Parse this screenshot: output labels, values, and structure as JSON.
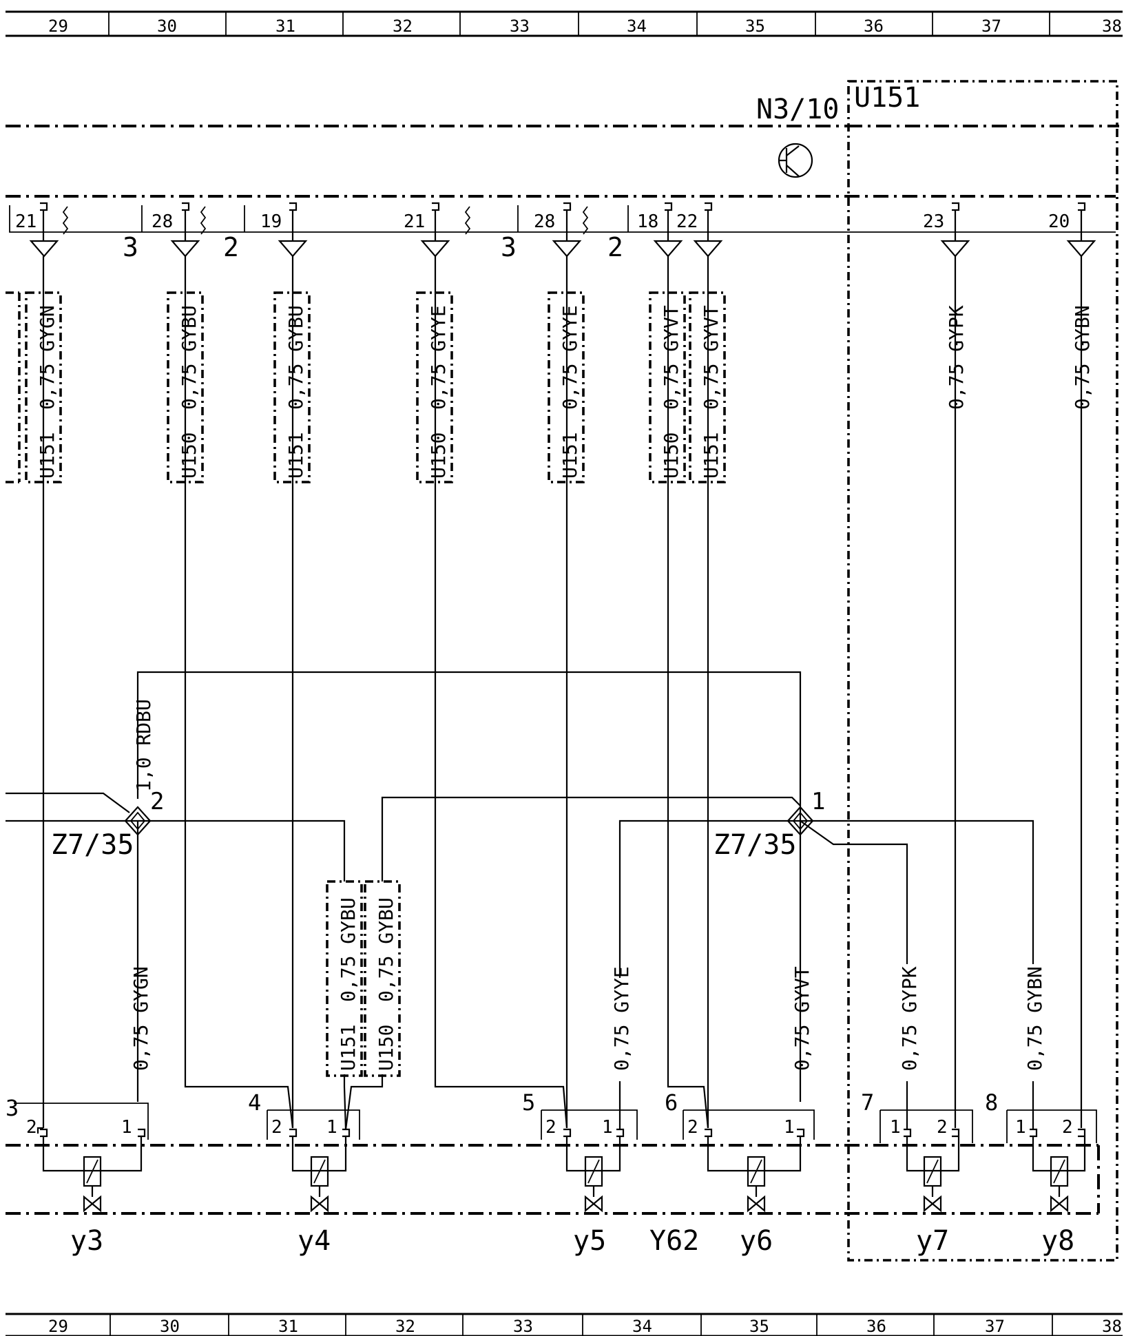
{
  "ruler": {
    "columns": [
      "29",
      "30",
      "31",
      "32",
      "33",
      "34",
      "35",
      "36",
      "37",
      "38"
    ]
  },
  "components": {
    "control_unit": "N3/10",
    "module": "U151",
    "valve_block": "Y62",
    "star_point": "Z7/35",
    "star_point_pin_left": "2",
    "star_point_pin_right": "1"
  },
  "feeds": {
    "top_groups": [
      "3",
      "2",
      "3",
      "2"
    ],
    "top_pins": [
      "21",
      "28",
      "19",
      "21",
      "28",
      "18",
      "22",
      "23",
      "20"
    ]
  },
  "top_wires": [
    {
      "label": "0,75 GYGN",
      "plug": "U151"
    },
    {
      "label": "0,75 GYBU",
      "plug": "U150"
    },
    {
      "label": "0,75 GYBU",
      "plug": "U151"
    },
    {
      "label": "0,75 GYYE",
      "plug": "U150"
    },
    {
      "label": "0,75 GYYE",
      "plug": "U151"
    },
    {
      "label": "0,75 GYVT",
      "plug": "U150"
    },
    {
      "label": "0,75 GYVT",
      "plug": "U151"
    },
    {
      "label": "0,75 GYPK"
    },
    {
      "label": "0,75 GYBN"
    }
  ],
  "ground_wire": "1,0 RDBU",
  "lower_wires": [
    {
      "label": "0,75 GYGN"
    },
    {
      "label": "0,75 GYBU",
      "plug": "U151"
    },
    {
      "label": "0,75 GYBU",
      "plug": "U150"
    },
    {
      "label": "0,75 GYYE"
    },
    {
      "label": "0,75 GYVT"
    },
    {
      "label": "0,75 GYPK"
    },
    {
      "label": "0,75 GYBN"
    }
  ],
  "valves": [
    {
      "name": "y3",
      "connector": "3",
      "pin_a": "2",
      "pin_b": "1"
    },
    {
      "name": "y4",
      "connector": "4",
      "pin_a": "2",
      "pin_b": "1"
    },
    {
      "name": "y5",
      "connector": "5",
      "pin_a": "2",
      "pin_b": "1"
    },
    {
      "name": "y6",
      "connector": "6",
      "pin_a": "2",
      "pin_b": "1"
    },
    {
      "name": "y7",
      "connector": "7",
      "pin_a": "1",
      "pin_b": "2"
    },
    {
      "name": "y8",
      "connector": "8",
      "pin_a": "1",
      "pin_b": "2"
    }
  ]
}
